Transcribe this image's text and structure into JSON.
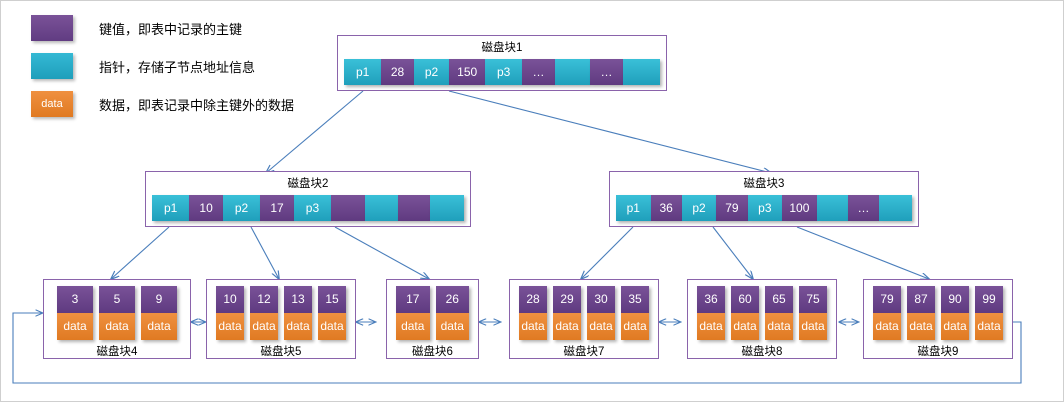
{
  "legend": {
    "items": [
      {
        "icon": "key-swatch",
        "swatch_label": "",
        "text": "键值，即表中记录的主键",
        "color": "#6b4490"
      },
      {
        "icon": "pointer-swatch",
        "swatch_label": "",
        "text": "指针，存储子节点地址信息",
        "color": "#2BACC8"
      },
      {
        "icon": "data-swatch",
        "swatch_label": "data",
        "text": "数据，即表记录中除主键外的数据",
        "color": "#E8872B"
      }
    ]
  },
  "colors": {
    "key_purple": "#6b4490",
    "pointer_cyan": "#2BACC8",
    "data_orange": "#E8872B",
    "node_border": "#8a63ab",
    "arrow_blue": "#4a7ebb",
    "page_border": "#cfcfcf"
  },
  "internal_nodes": [
    {
      "title": "磁盘块1",
      "cells": [
        {
          "type": "pointer",
          "label": "p1",
          "w": 44
        },
        {
          "type": "key",
          "label": "28",
          "w": 38
        },
        {
          "type": "pointer",
          "label": "p2",
          "w": 42
        },
        {
          "type": "key",
          "label": "150",
          "w": 42
        },
        {
          "type": "pointer",
          "label": "p3",
          "w": 44
        },
        {
          "type": "key",
          "label": "…",
          "w": 38
        },
        {
          "type": "pointer",
          "label": "",
          "w": 42
        },
        {
          "type": "key",
          "label": "…",
          "w": 38
        },
        {
          "type": "pointer",
          "label": "",
          "w": 44
        }
      ]
    },
    {
      "title": "磁盘块2",
      "cells": [
        {
          "type": "pointer",
          "label": "p1",
          "w": 42
        },
        {
          "type": "key",
          "label": "10",
          "w": 38
        },
        {
          "type": "pointer",
          "label": "p2",
          "w": 42
        },
        {
          "type": "key",
          "label": "17",
          "w": 38
        },
        {
          "type": "pointer",
          "label": "p3",
          "w": 42
        },
        {
          "type": "key",
          "label": "",
          "w": 38
        },
        {
          "type": "pointer",
          "label": "",
          "w": 38
        },
        {
          "type": "key",
          "label": "",
          "w": 36
        },
        {
          "type": "pointer",
          "label": "",
          "w": 38
        }
      ]
    },
    {
      "title": "磁盘块3",
      "cells": [
        {
          "type": "pointer",
          "label": "p1",
          "w": 42
        },
        {
          "type": "key",
          "label": "36",
          "w": 38
        },
        {
          "type": "pointer",
          "label": "p2",
          "w": 42
        },
        {
          "type": "key",
          "label": "79",
          "w": 38
        },
        {
          "type": "pointer",
          "label": "p3",
          "w": 42
        },
        {
          "type": "key",
          "label": "100",
          "w": 42
        },
        {
          "type": "pointer",
          "label": "",
          "w": 38
        },
        {
          "type": "key",
          "label": "…",
          "w": 38
        },
        {
          "type": "pointer",
          "label": "",
          "w": 40
        }
      ]
    }
  ],
  "leaf_nodes": [
    {
      "title": "磁盘块4",
      "keys": [
        "3",
        "5",
        "9"
      ],
      "data_label": "data"
    },
    {
      "title": "磁盘块5",
      "keys": [
        "10",
        "12",
        "13",
        "15"
      ],
      "data_label": "data"
    },
    {
      "title": "磁盘块6",
      "keys": [
        "17",
        "26"
      ],
      "data_label": "data"
    },
    {
      "title": "磁盘块7",
      "keys": [
        "28",
        "29",
        "30",
        "35"
      ],
      "data_label": "data"
    },
    {
      "title": "磁盘块8",
      "keys": [
        "36",
        "60",
        "65",
        "75"
      ],
      "data_label": "data"
    },
    {
      "title": "磁盘块9",
      "keys": [
        "79",
        "87",
        "90",
        "99"
      ],
      "data_label": "data"
    }
  ]
}
